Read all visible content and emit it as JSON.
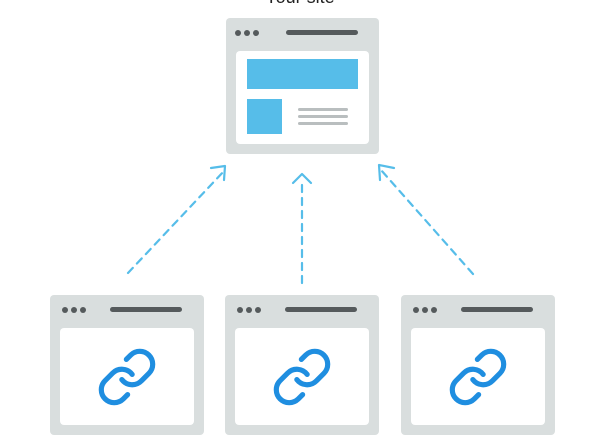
{
  "title": "Your site",
  "colors": {
    "accent": "#56bde9",
    "link_icon": "#1f8ee0",
    "window_frame": "#d9dede",
    "window_chrome": "#555a5c",
    "arrow": "#56bde9"
  },
  "icons": {
    "link": "link-icon"
  },
  "structure": {
    "target": "your-site-window",
    "sources": [
      "referring-site-1",
      "referring-site-2",
      "referring-site-3"
    ],
    "arrow_direction": "sources-to-target",
    "arrow_style": "dashed"
  }
}
